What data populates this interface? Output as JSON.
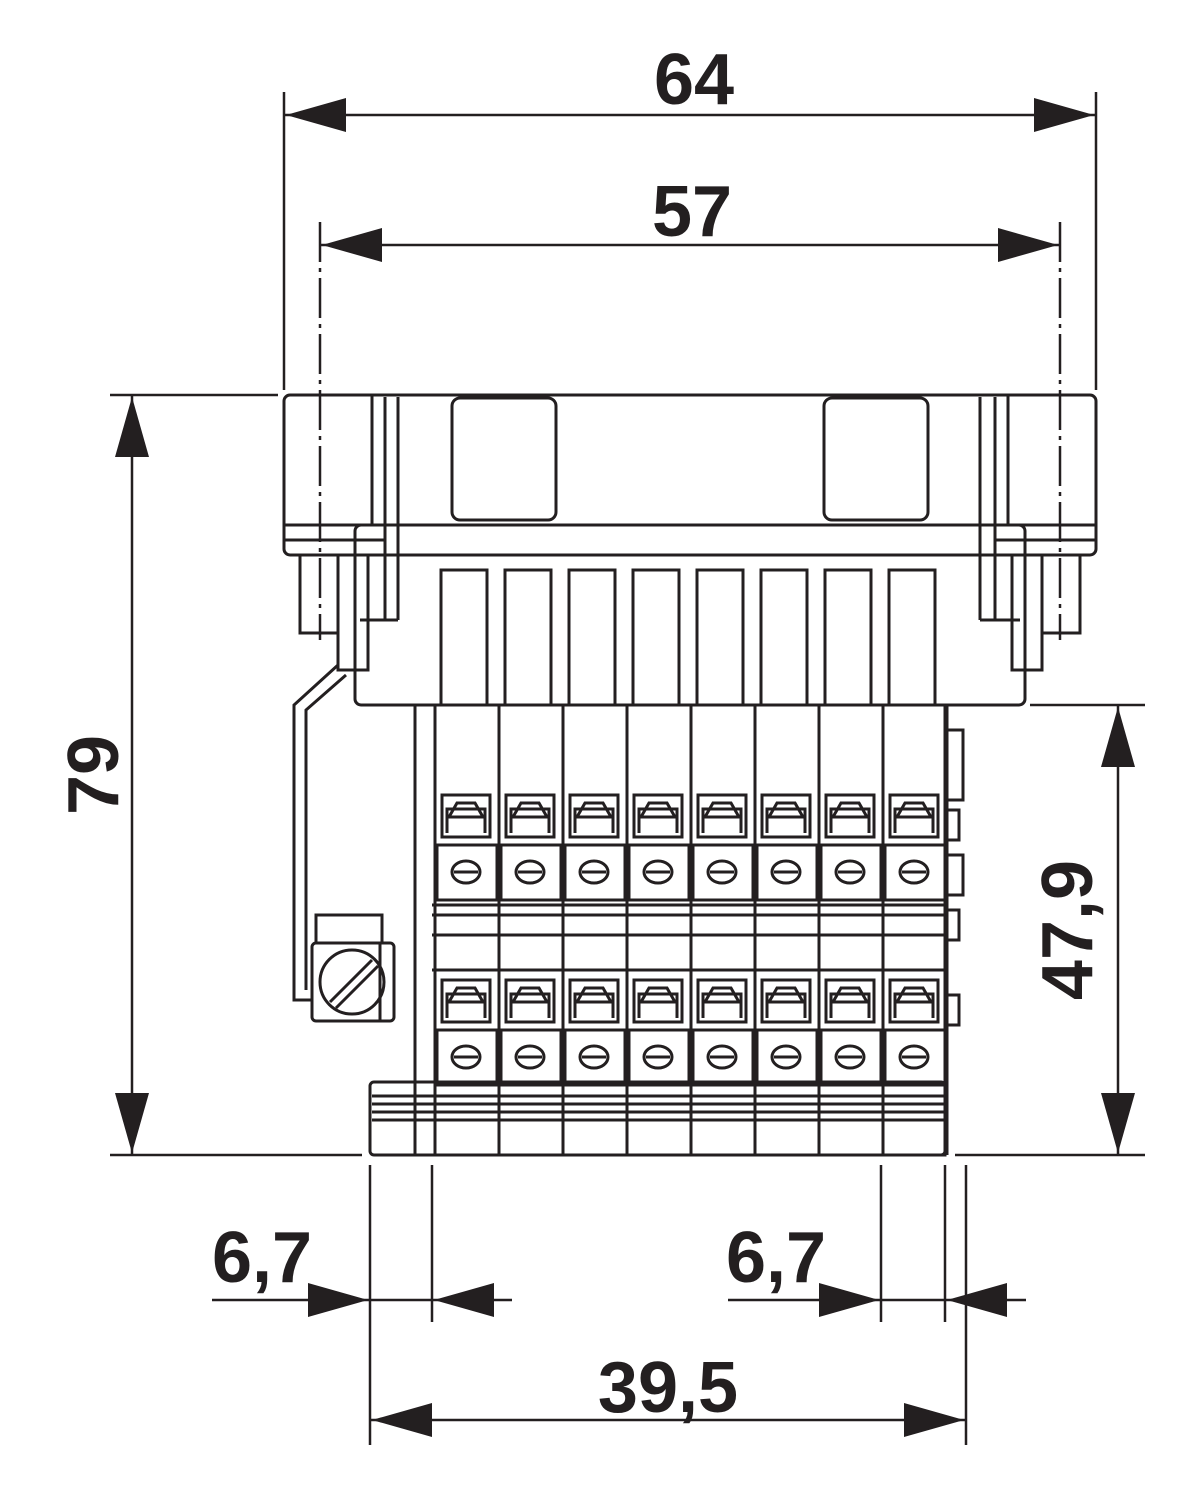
{
  "drawing": {
    "line_color": "#231f20",
    "background": "#ffffff",
    "dimensions": {
      "overall_width": "64",
      "inner_width": "57",
      "overall_height": "79",
      "terminal_height": "47,9",
      "left_offset": "6,7",
      "right_offset": "6,7",
      "base_width": "39,5"
    },
    "terminal_count": 8,
    "icons": [
      "screw-terminal-icon",
      "ground-screw-icon",
      "arrowhead-icon"
    ]
  }
}
